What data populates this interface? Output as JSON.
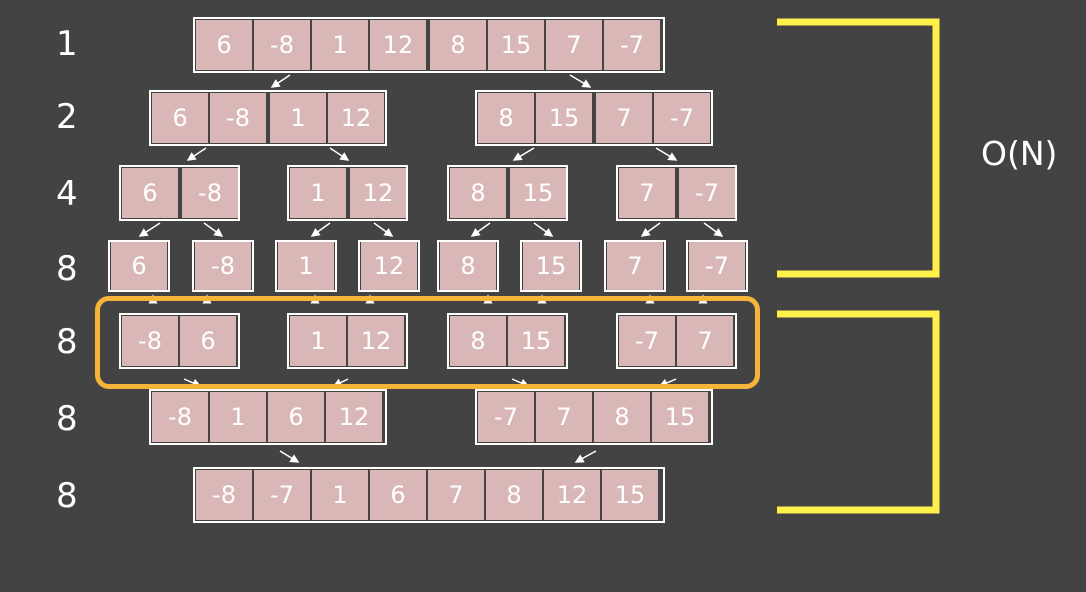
{
  "rows": [
    {
      "label": "1",
      "segments": [
        [
          "6",
          "-8",
          "1",
          "12"
        ],
        [
          "8",
          "15",
          "7",
          "-7"
        ]
      ]
    },
    {
      "label": "2",
      "segments": [
        [
          "6",
          "-8"
        ],
        [
          "1",
          "12"
        ],
        [
          "8",
          "15"
        ],
        [
          "7",
          "-7"
        ]
      ]
    },
    {
      "label": "4",
      "segments": [
        [
          "6"
        ],
        [
          "-8"
        ],
        [
          "1"
        ],
        [
          "12"
        ],
        [
          "8"
        ],
        [
          "15"
        ],
        [
          "7"
        ],
        [
          "-7"
        ]
      ]
    },
    {
      "label": "8",
      "segments": [
        [
          "6"
        ],
        [
          "-8"
        ],
        [
          "1"
        ],
        [
          "12"
        ],
        [
          "8"
        ],
        [
          "15"
        ],
        [
          "7"
        ],
        [
          "-7"
        ]
      ]
    },
    {
      "label": "8",
      "segments": [
        [
          "-8",
          "6"
        ],
        [
          "1",
          "12"
        ],
        [
          "8",
          "15"
        ],
        [
          "-7",
          "7"
        ]
      ]
    },
    {
      "label": "8",
      "segments": [
        [
          "-8",
          "1",
          "6",
          "12"
        ],
        [
          "-7",
          "7",
          "8",
          "15"
        ]
      ]
    },
    {
      "label": "8",
      "segments": [
        [
          "-8",
          "-7",
          "1",
          "6",
          "7",
          "8",
          "12",
          "15"
        ]
      ]
    }
  ],
  "annotation": {
    "complexity": "O(N)"
  },
  "colors": {
    "background": "#444343",
    "cell": "#d9b7b7",
    "bracket": "#fff04a",
    "highlight": "#f5b53a",
    "arrow": "#ffffff"
  }
}
